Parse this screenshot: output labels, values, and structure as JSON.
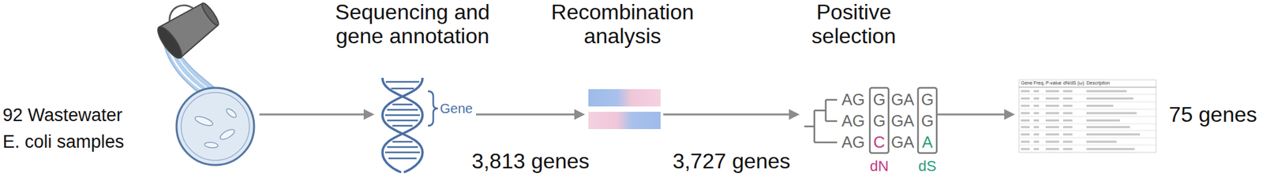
{
  "diagram": {
    "nodes": [
      {
        "text": [
          "92 Wastewater E. coli samples"
        ]
      },
      {
        "text": [
          "Sequencing and gene annotation"
        ]
      },
      {
        "text": [
          "Recombination analysis"
        ]
      },
      {
        "text": [
          "Positive selection"
        ]
      },
      {
        "text": [
          "75 genes"
        ]
      }
    ],
    "edges": [
      {
        "from": 0,
        "to": 1,
        "arrow": "to"
      },
      {
        "from": 1,
        "to": 2,
        "label": "3,813 genes",
        "arrow": "to"
      },
      {
        "from": 2,
        "to": 3,
        "label": "3,727 genes",
        "arrow": "to"
      },
      {
        "from": 3,
        "to": 4,
        "arrow": "to"
      }
    ],
    "labels": [
      "Gene",
      "AG",
      "G",
      "GA",
      "G",
      "AG",
      "G",
      "GA",
      "G",
      "AG",
      "C",
      "GA",
      "A",
      "dN",
      "dS",
      "Gene",
      "Freq.",
      "P-value",
      "dN/dS (ω)",
      "Description"
    ]
  }
}
